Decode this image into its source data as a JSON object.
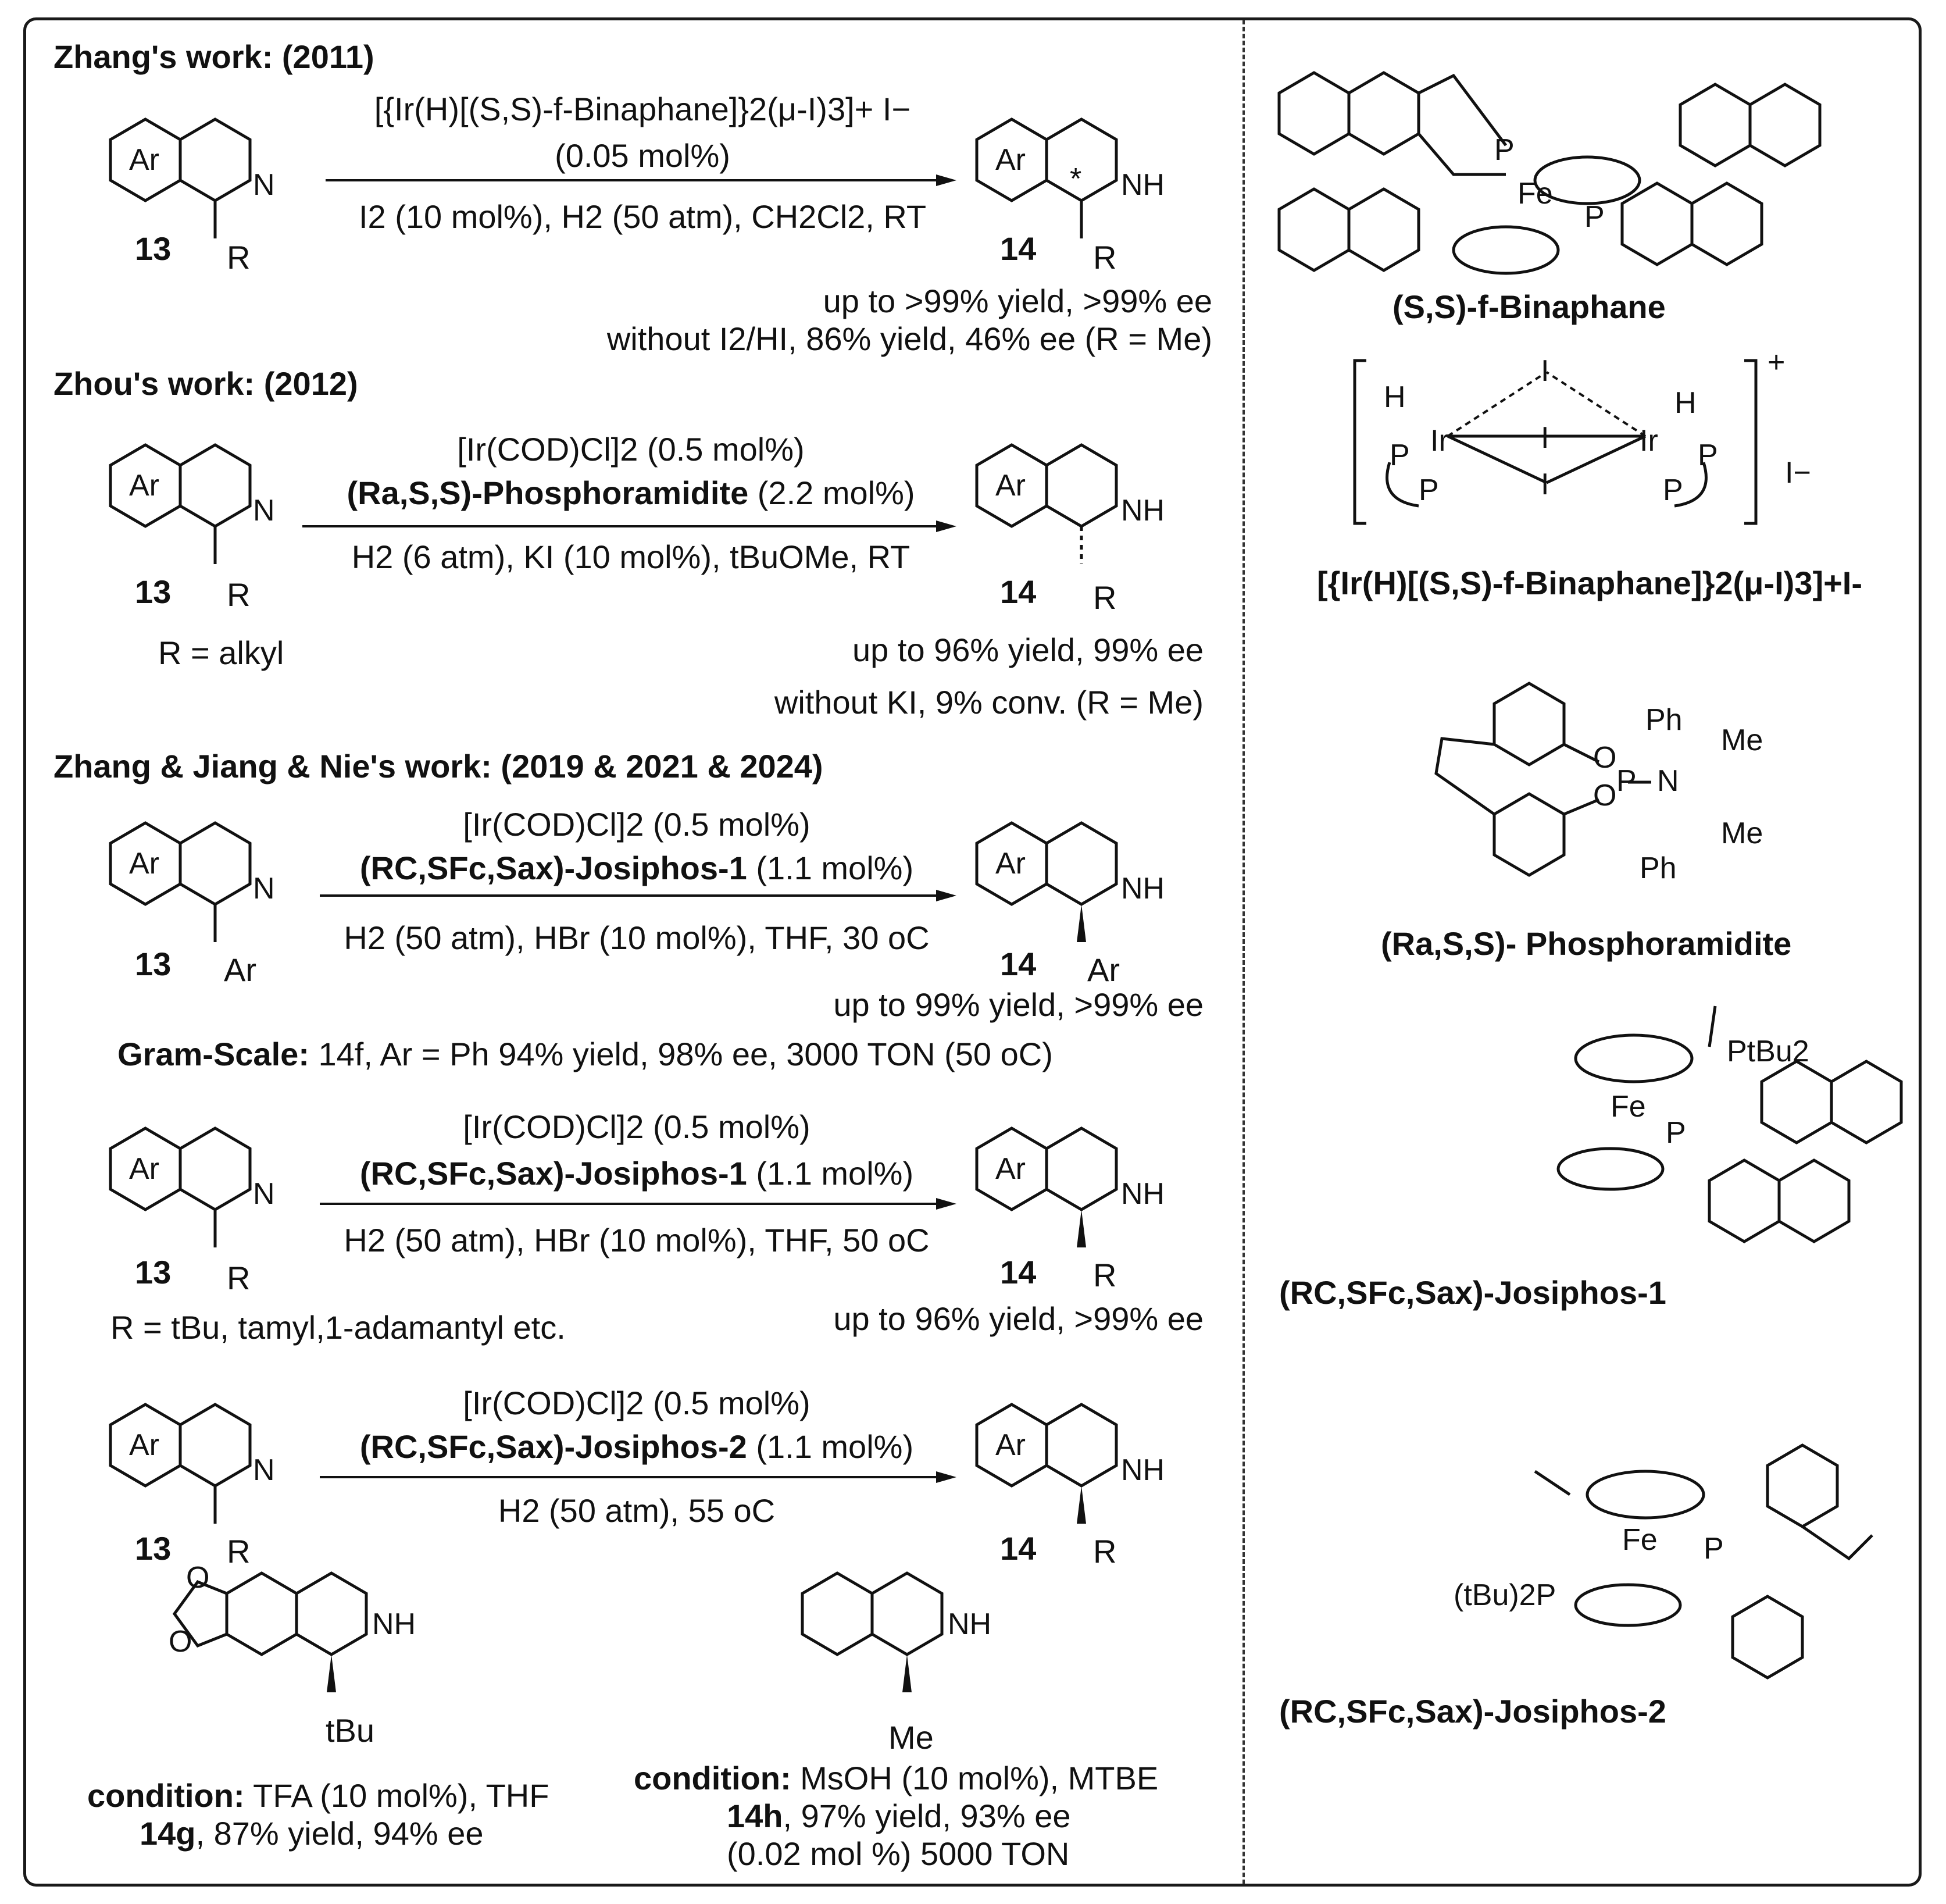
{
  "s1": {
    "heading": "Zhang's work: (2011)",
    "cat_l1": "[{Ir(H)[(S,S)-f-Binaphane]}2(μ-I)3]+ I−",
    "cat_l2": "(0.05 mol%)",
    "cond": "I2 (10 mol%), H2 (50 atm), CH2Cl2, RT",
    "sm_label": "13",
    "sm_sub": "R",
    "pr_label": "14",
    "pr_sub": "R",
    "res1": "up to >99% yield, >99% ee",
    "res2": "without I2/HI, 86% yield, 46% ee (R = Me)"
  },
  "s2": {
    "heading": "Zhou's work: (2012)",
    "cat": "[Ir(COD)Cl]2 (0.5 mol%)",
    "lig_b": "(Ra,S,S)-Phosphoramidite",
    "lig_n": " (2.2 mol%)",
    "cond": "H2 (6 atm), KI (10 mol%), tBuOMe, RT",
    "sm_label": "13",
    "sm_sub": "R",
    "pr_label": "14",
    "pr_sub": "R",
    "note": "R = alkyl",
    "res1": "up to 96% yield, 99% ee",
    "res2": "without KI, 9% conv. (R = Me)"
  },
  "s3": {
    "heading": "Zhang & Jiang & Nie's work: (2019 & 2021 & 2024)",
    "r1": {
      "cat": "[Ir(COD)Cl]2 (0.5 mol%)",
      "lig_b": "(RC,SFc,Sax)-Josiphos-1",
      "lig_n": " (1.1 mol%)",
      "cond": "H2 (50 atm), HBr (10 mol%), THF,  30 oC",
      "sm_label": "13",
      "sm_sub": "Ar",
      "pr_label": "14",
      "pr_sub": "Ar",
      "res1": "up to 99% yield, >99% ee",
      "gram_b": "Gram-Scale: ",
      "gram_n": "14f, Ar = Ph  94% yield, 98% ee, 3000 TON (50 oC)"
    },
    "r2": {
      "cat": "[Ir(COD)Cl]2 (0.5 mol%)",
      "lig_b": "(RC,SFc,Sax)-Josiphos-1",
      "lig_n": " (1.1 mol%)",
      "cond": "H2 (50 atm), HBr (10 mol%), THF, 50 oC",
      "sm_label": "13",
      "sm_sub": "R",
      "pr_label": "14",
      "pr_sub": "R",
      "note": "R = tBu, tamyl,1-adamantyl etc.",
      "res1": "up to 96% yield, >99% ee"
    },
    "r3": {
      "cat": "[Ir(COD)Cl]2 (0.5 mol%)",
      "lig_b": "(RC,SFc,Sax)-Josiphos-2",
      "lig_n": " (1.1 mol%)",
      "cond": "H2 (50 atm), 55 oC",
      "sm_label": "13",
      "sm_sub": "R",
      "pr_label": "14",
      "pr_sub": "R"
    },
    "ex1": {
      "sub": "tBu",
      "cond_b": "condition:",
      "cond_n": " TFA (10 mol%), THF",
      "res_b": "14g",
      "res_n": ", 87% yield, 94% ee"
    },
    "ex2": {
      "sub": "Me",
      "cond_b": "condition:",
      "cond_n": " MsOH (10 mol%), MTBE",
      "res_b": "14h",
      "res_n": ", 97% yield, 93% ee",
      "res2": "(0.02 mol %) 5000 TON"
    }
  },
  "right": {
    "binaphane_name": "(S,S)-f-Binaphane",
    "ir_complex_name": "[{Ir(H)[(S,S)-f-Binaphane]}2(μ-I)3]+I-",
    "phosphoramidite_name": "(Ra,S,S)- Phosphoramidite",
    "josiphos1_name": "(RC,SFc,Sax)-Josiphos-1",
    "josiphos2_name": "(RC,SFc,Sax)-Josiphos-2",
    "iodide": "I−",
    "charge": "+",
    "atoms": {
      "P": "P",
      "Fe": "Fe",
      "Ir": "Ir",
      "H": "H",
      "I": "I",
      "O": "O",
      "N": "N",
      "Ph": "Ph",
      "Me": "Me",
      "PtBu2": "PtBu2",
      "tBu2P": "(tBu)2P"
    }
  },
  "atoms": {
    "Ar": "Ar",
    "N": "N",
    "NH": "NH"
  }
}
